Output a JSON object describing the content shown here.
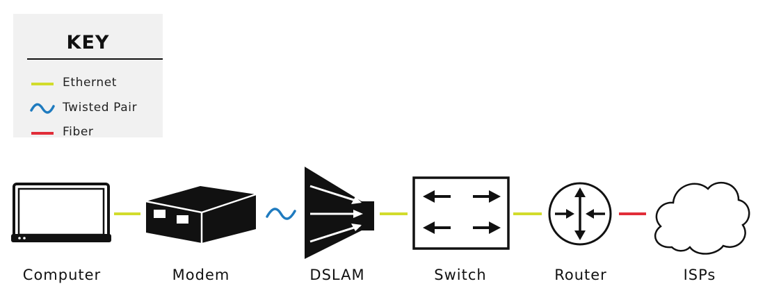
{
  "key": {
    "title": "KEY",
    "items": [
      {
        "label": "Ethernet",
        "color": "#d2dc2c",
        "style": "straight"
      },
      {
        "label": "Twisted Pair",
        "color": "#1f7bbf",
        "style": "wave"
      },
      {
        "label": "Fiber",
        "color": "#e12d39",
        "style": "straight"
      }
    ]
  },
  "nodes": [
    {
      "label": "Computer",
      "icon": "laptop-icon"
    },
    {
      "label": "Modem",
      "icon": "modem-icon"
    },
    {
      "label": "DSLAM",
      "icon": "dslam-icon"
    },
    {
      "label": "Switch",
      "icon": "switch-icon"
    },
    {
      "label": "Router",
      "icon": "router-icon"
    },
    {
      "label": "ISPs",
      "icon": "cloud-icon"
    }
  ],
  "links": [
    {
      "from": "Computer",
      "to": "Modem",
      "type": "Ethernet"
    },
    {
      "from": "Modem",
      "to": "DSLAM",
      "type": "Twisted Pair"
    },
    {
      "from": "DSLAM",
      "to": "Switch",
      "type": "Ethernet"
    },
    {
      "from": "Switch",
      "to": "Router",
      "type": "Ethernet"
    },
    {
      "from": "Router",
      "to": "ISPs",
      "type": "Fiber"
    }
  ]
}
